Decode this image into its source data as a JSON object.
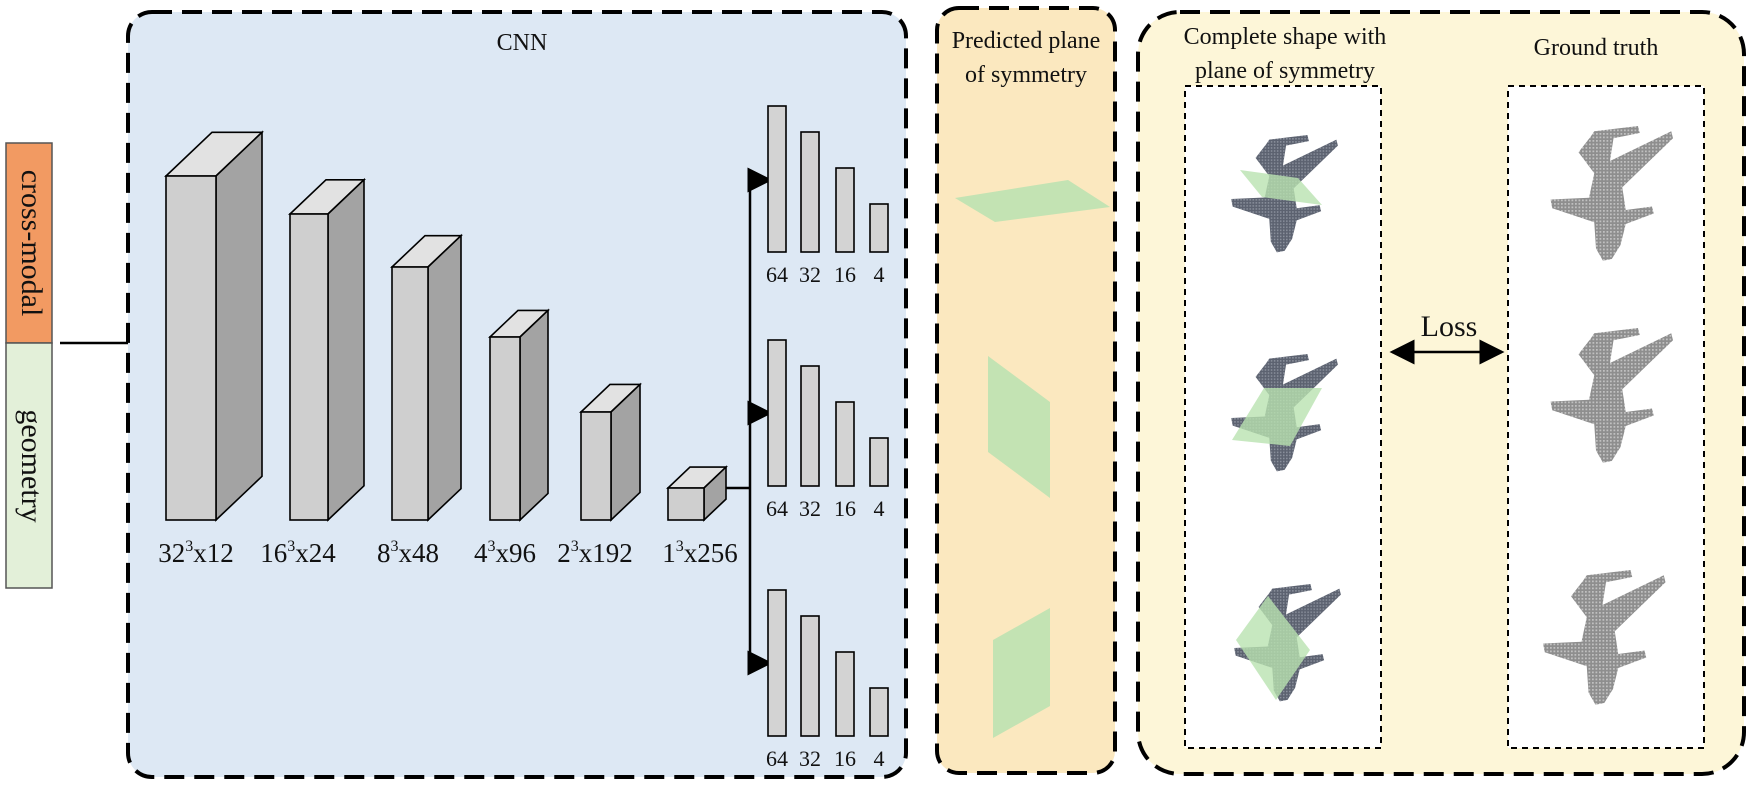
{
  "input": {
    "cross_modal_label": "cross-modal",
    "geometry_label": "geometry"
  },
  "cnn": {
    "title": "CNN",
    "layers": [
      {
        "label": "32",
        "sup": "3",
        "suffix": "x12"
      },
      {
        "label": "16",
        "sup": "3",
        "suffix": "x24"
      },
      {
        "label": "8",
        "sup": "3",
        "suffix": "x48"
      },
      {
        "label": "4",
        "sup": "3",
        "suffix": "x96"
      },
      {
        "label": "2",
        "sup": "3",
        "suffix": "x192"
      },
      {
        "label": "1",
        "sup": "3",
        "suffix": "x256"
      }
    ],
    "branch_labels": [
      [
        "64",
        "32",
        "16",
        "4"
      ],
      [
        "64",
        "32",
        "16",
        "4"
      ],
      [
        "64",
        "32",
        "16",
        "4"
      ]
    ]
  },
  "predicted": {
    "title_line1": "Predicted plane",
    "title_line2": "of symmetry"
  },
  "complete": {
    "title_line1": "Complete shape with",
    "title_line2": "plane of symmetry"
  },
  "loss_label": "Loss",
  "ground_truth_title": "Ground truth",
  "colors": {
    "cnn_panel": "#dde8f4",
    "yellow_panel": "#fdf6d8",
    "predicted_panel": "#fbe8bf",
    "cross_modal_box": "#f29a62",
    "geometry_box": "#e3f0d9",
    "cube_front": "#cfcfcf",
    "cube_side": "#a3a3a3",
    "plane": "#b9e2b0",
    "airplane_dark": "#5c6270",
    "airplane_light": "#9c9c9c"
  }
}
